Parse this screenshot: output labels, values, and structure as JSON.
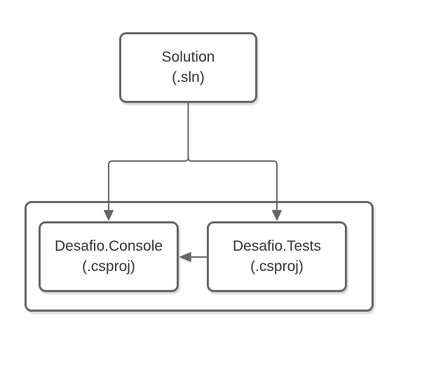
{
  "diagram": {
    "background_color": "#ffffff",
    "stroke_color": "#666666",
    "text_color": "#333333",
    "nodes": {
      "solution": {
        "line1": "Solution",
        "line2": "(.sln)"
      },
      "console": {
        "line1": "Desafio.Console",
        "line2": "(.csproj)"
      },
      "tests": {
        "line1": "Desafio.Tests",
        "line2": "(.csproj)"
      }
    },
    "edges": [
      {
        "from": "Solution (.sln)",
        "to": "Desafio.Console (.csproj)",
        "style": "arrow-down"
      },
      {
        "from": "Solution (.sln)",
        "to": "Desafio.Tests (.csproj)",
        "style": "arrow-down"
      },
      {
        "from": "Desafio.Tests (.csproj)",
        "to": "Desafio.Console (.csproj)",
        "style": "arrow-left"
      }
    ]
  }
}
